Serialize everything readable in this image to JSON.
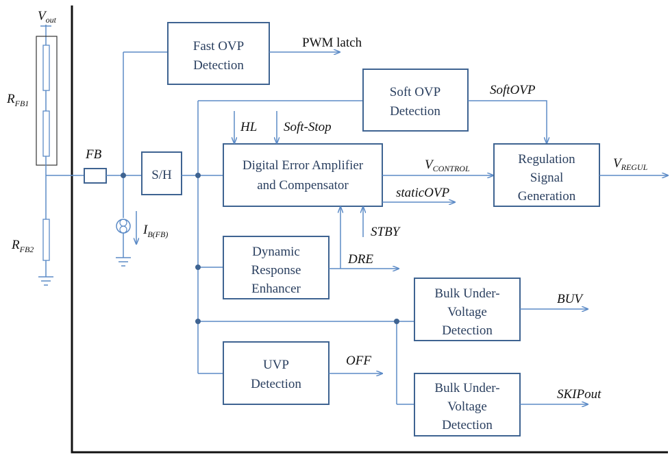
{
  "components": {
    "vout": {
      "main": "V",
      "sub": "out"
    },
    "rfb1": {
      "main": "R",
      "sub": "FB1"
    },
    "rfb2": {
      "main": "R",
      "sub": "FB2"
    },
    "fb_pin": "FB",
    "ib": {
      "main": "I",
      "sub": "B(FB)"
    }
  },
  "blocks": {
    "fast_ovp": [
      "Fast OVP",
      "Detection"
    ],
    "soft_ovp": [
      "Soft OVP",
      "Detection"
    ],
    "sample_hold": "S/H",
    "error_amp": [
      "Digital  Error Amplifier",
      "and Compensator"
    ],
    "regulation": [
      "Regulation",
      "Signal",
      "Generation"
    ],
    "dre_block": [
      "Dynamic",
      "Response",
      "Enhancer"
    ],
    "bulk_uv_1": [
      "Bulk Under-",
      "Voltage",
      "Detection"
    ],
    "uvp": [
      "UVP",
      "Detection"
    ],
    "bulk_uv_2": [
      "Bulk Under-",
      "Voltage",
      "Detection"
    ]
  },
  "signals": {
    "pwm_latch": "PWM latch",
    "soft_ovp": "SoftOVP",
    "hl": "HL",
    "soft_stop": "Soft-Stop",
    "vcontrol": {
      "main": "V",
      "sub": "CONTROL"
    },
    "vregul": {
      "main": "V",
      "sub": "REGUL"
    },
    "static_ovp": "staticOVP",
    "stby": "STBY",
    "dre": "DRE",
    "buv": "BUV",
    "off": "OFF",
    "skipout": "SKIPout"
  }
}
